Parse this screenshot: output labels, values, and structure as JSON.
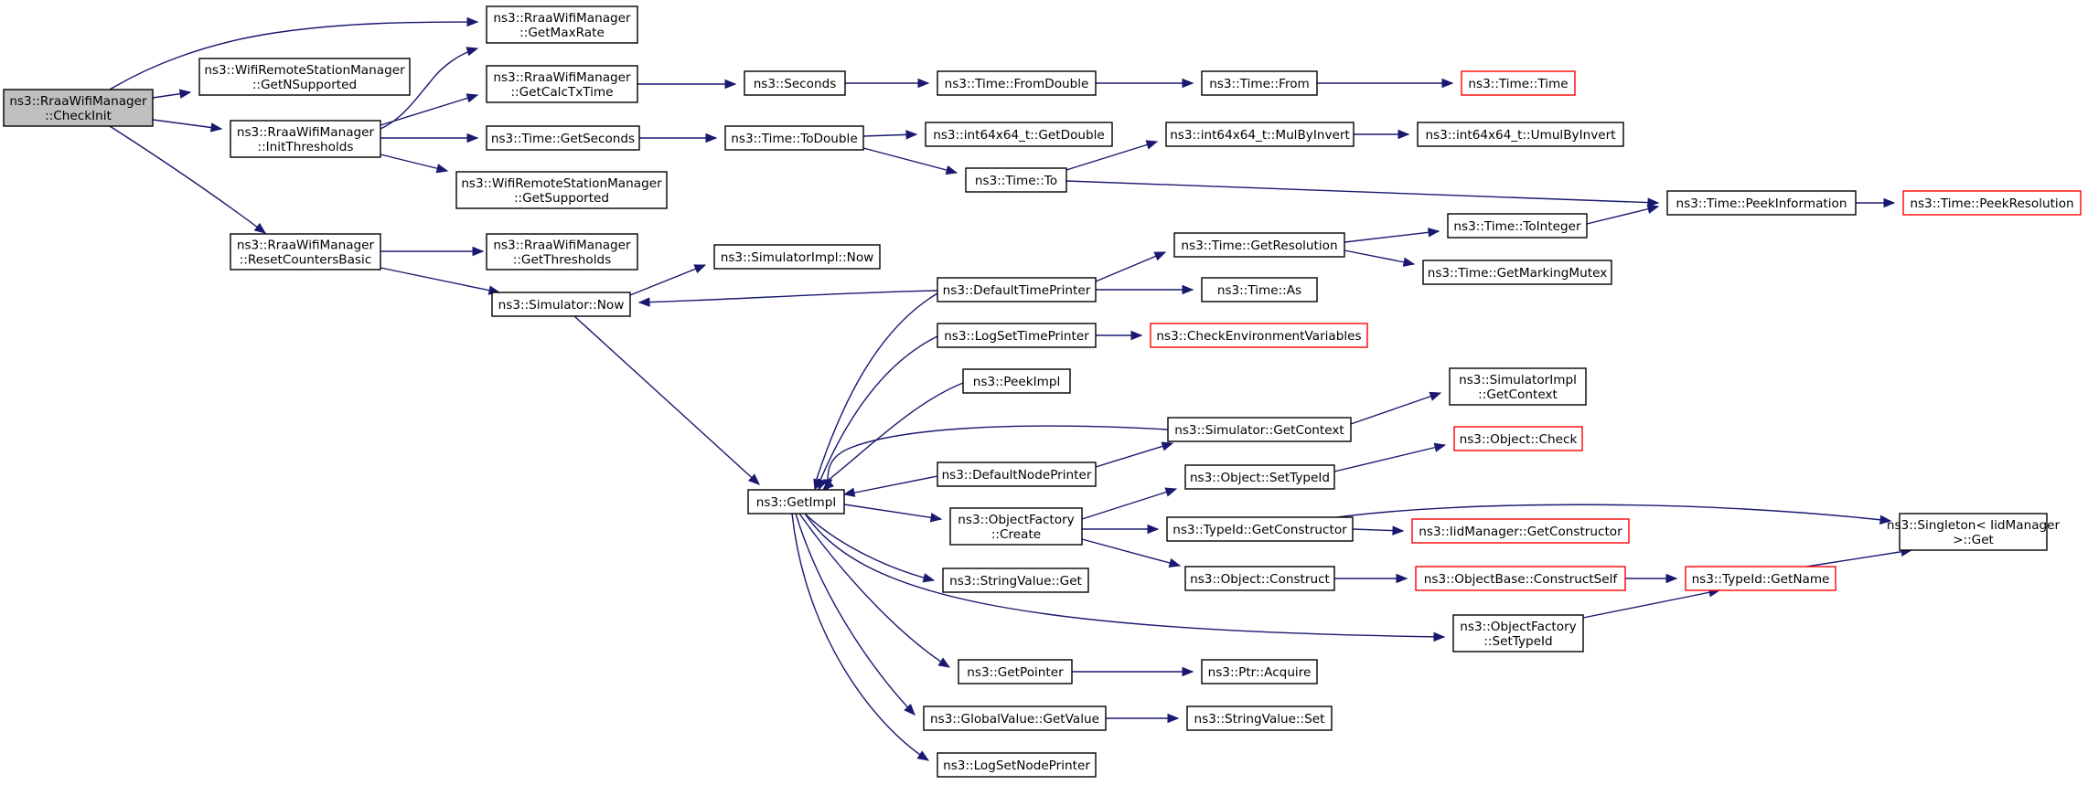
{
  "colors": {
    "edge": "#191970",
    "root_fill": "#bfbfbf",
    "node_border": "#000000",
    "truncated_border": "#ff0000"
  },
  "nodes": [
    {
      "id": "checkinit",
      "lines": [
        "ns3::RraaWifiManager",
        "::CheckInit"
      ],
      "style": "root"
    },
    {
      "id": "getmaxrate",
      "lines": [
        "ns3::RraaWifiManager",
        "::GetMaxRate"
      ]
    },
    {
      "id": "getnsupported",
      "lines": [
        "ns3::WifiRemoteStationManager",
        "::GetNSupported"
      ]
    },
    {
      "id": "initthresholds",
      "lines": [
        "ns3::RraaWifiManager",
        "::InitThresholds"
      ]
    },
    {
      "id": "getcalctxtime",
      "lines": [
        "ns3::RraaWifiManager",
        "::GetCalcTxTime"
      ]
    },
    {
      "id": "seconds",
      "lines": [
        "ns3::Seconds"
      ]
    },
    {
      "id": "fromdouble",
      "lines": [
        "ns3::Time::FromDouble"
      ]
    },
    {
      "id": "timefrom",
      "lines": [
        "ns3::Time::From"
      ]
    },
    {
      "id": "timetime",
      "lines": [
        "ns3::Time::Time"
      ],
      "style": "trunc"
    },
    {
      "id": "getseconds",
      "lines": [
        "ns3::Time::GetSeconds"
      ]
    },
    {
      "id": "todouble",
      "lines": [
        "ns3::Time::ToDouble"
      ]
    },
    {
      "id": "getdouble",
      "lines": [
        "ns3::int64x64_t::GetDouble"
      ]
    },
    {
      "id": "mulbyinvert",
      "lines": [
        "ns3::int64x64_t::MulByInvert"
      ]
    },
    {
      "id": "umulbyinvert",
      "lines": [
        "ns3::int64x64_t::UmulByInvert"
      ]
    },
    {
      "id": "timeto",
      "lines": [
        "ns3::Time::To"
      ]
    },
    {
      "id": "peekinformation",
      "lines": [
        "ns3::Time::PeekInformation"
      ]
    },
    {
      "id": "peekresolution",
      "lines": [
        "ns3::Time::PeekResolution"
      ],
      "style": "trunc"
    },
    {
      "id": "getsupported",
      "lines": [
        "ns3::WifiRemoteStationManager",
        "::GetSupported"
      ]
    },
    {
      "id": "resetcounters",
      "lines": [
        "ns3::RraaWifiManager",
        "::ResetCountersBasic"
      ]
    },
    {
      "id": "getthresholds",
      "lines": [
        "ns3::RraaWifiManager",
        "::GetThresholds"
      ]
    },
    {
      "id": "simimplnow",
      "lines": [
        "ns3::SimulatorImpl::Now"
      ]
    },
    {
      "id": "simnow",
      "lines": [
        "ns3::Simulator::Now"
      ]
    },
    {
      "id": "getresolution",
      "lines": [
        "ns3::Time::GetResolution"
      ]
    },
    {
      "id": "tointeger",
      "lines": [
        "ns3::Time::ToInteger"
      ]
    },
    {
      "id": "getmarkingmutex",
      "lines": [
        "ns3::Time::GetMarkingMutex"
      ]
    },
    {
      "id": "defaulttimeprinter",
      "lines": [
        "ns3::DefaultTimePrinter"
      ]
    },
    {
      "id": "timeas",
      "lines": [
        "ns3::Time::As"
      ]
    },
    {
      "id": "logsettimeprinter",
      "lines": [
        "ns3::LogSetTimePrinter"
      ]
    },
    {
      "id": "checkenv",
      "lines": [
        "ns3::CheckEnvironmentVariables"
      ],
      "style": "trunc"
    },
    {
      "id": "peekimpl",
      "lines": [
        "ns3::PeekImpl"
      ]
    },
    {
      "id": "simimplgetcontext",
      "lines": [
        "ns3::SimulatorImpl",
        "::GetContext"
      ]
    },
    {
      "id": "simgetcontext",
      "lines": [
        "ns3::Simulator::GetContext"
      ]
    },
    {
      "id": "objectcheck",
      "lines": [
        "ns3::Object::Check"
      ],
      "style": "trunc"
    },
    {
      "id": "defaultnodeprinter",
      "lines": [
        "ns3::DefaultNodePrinter"
      ]
    },
    {
      "id": "settypeid",
      "lines": [
        "ns3::Object::SetTypeId"
      ]
    },
    {
      "id": "getimpl",
      "lines": [
        "ns3::GetImpl"
      ]
    },
    {
      "id": "ofcreate",
      "lines": [
        "ns3::ObjectFactory",
        "::Create"
      ]
    },
    {
      "id": "typeidgetconstructor",
      "lines": [
        "ns3::TypeId::GetConstructor"
      ]
    },
    {
      "id": "iidgetconstructor",
      "lines": [
        "ns3::IidManager::GetConstructor"
      ],
      "style": "trunc"
    },
    {
      "id": "singletonget",
      "lines": [
        "ns3::Singleton< IidManager",
        "  >::Get"
      ]
    },
    {
      "id": "stringvalueget",
      "lines": [
        "ns3::StringValue::Get"
      ]
    },
    {
      "id": "objectconstruct",
      "lines": [
        "ns3::Object::Construct"
      ]
    },
    {
      "id": "constructself",
      "lines": [
        "ns3::ObjectBase::ConstructSelf"
      ],
      "style": "trunc"
    },
    {
      "id": "typeidgetname",
      "lines": [
        "ns3::TypeId::GetName"
      ],
      "style": "trunc"
    },
    {
      "id": "ofsettypeid",
      "lines": [
        "ns3::ObjectFactory",
        "::SetTypeId"
      ]
    },
    {
      "id": "getpointer",
      "lines": [
        "ns3::GetPointer"
      ]
    },
    {
      "id": "ptracquire",
      "lines": [
        "ns3::Ptr::Acquire"
      ]
    },
    {
      "id": "gvgetvalue",
      "lines": [
        "ns3::GlobalValue::GetValue"
      ]
    },
    {
      "id": "stringvalueset",
      "lines": [
        "ns3::StringValue::Set"
      ]
    },
    {
      "id": "logsetnodeprinter",
      "lines": [
        "ns3::LogSetNodePrinter"
      ]
    }
  ]
}
